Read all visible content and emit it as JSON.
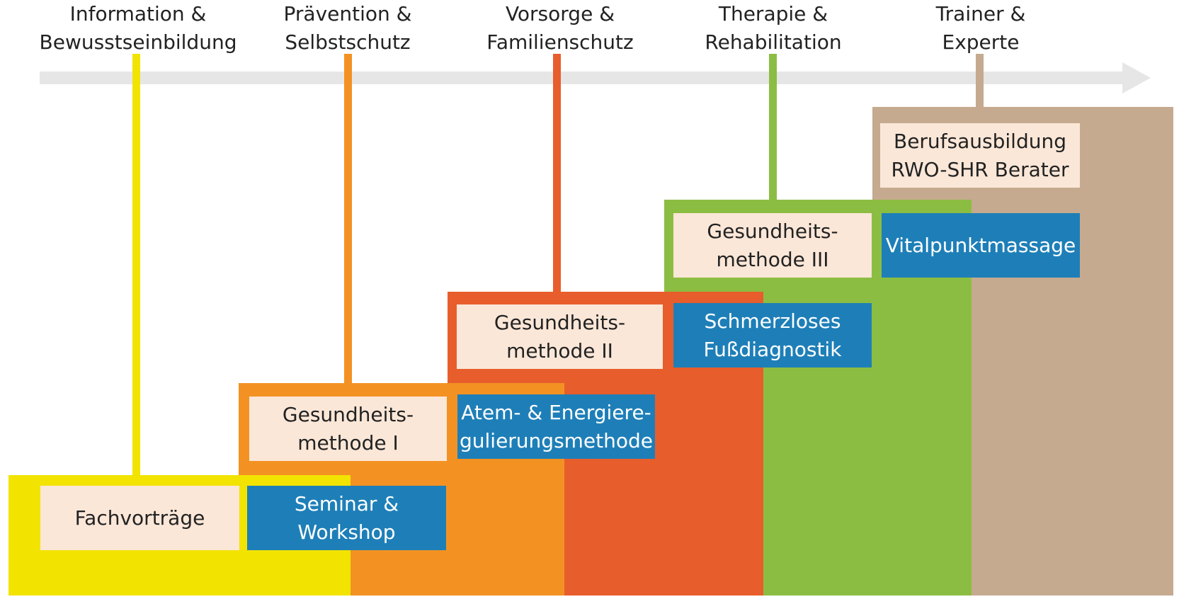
{
  "stages": [
    {
      "id": "information",
      "label": "Information &\nBewusstseinbildung",
      "color": "#f2e300"
    },
    {
      "id": "praevention",
      "label": "Prävention &\nSelbstschutz",
      "color": "#f39223"
    },
    {
      "id": "vorsorge",
      "label": "Vorsorge &\nFamilienschutz",
      "color": "#e85d2c"
    },
    {
      "id": "therapie",
      "label": "Therapie &\nRehabilitation",
      "color": "#8cbd43"
    },
    {
      "id": "trainer",
      "label": "Trainer &\nExperte",
      "color": "#c6aa8f"
    }
  ],
  "boxes": {
    "fachvortraege": "Fachvorträge",
    "seminar_workshop": "Seminar & Workshop",
    "gesundheitsmethode_1": "Gesundheits-\nmethode I",
    "atem_energie": "Atem- & Energiere-\ngulierungsmethode",
    "gesundheitsmethode_2": "Gesundheits-\nmethode II",
    "fussdiagnostik": "Schmerzloses\nFußdiagnostik",
    "gesundheitsmethode_3": "Gesundheits-\nmethode III",
    "vitalpunktmassage": "Vitalpunktmassage",
    "berufsausbildung": "Berufsausbildung\nRWO-SHR Berater"
  },
  "colors": {
    "timeline": "#e6e6e6",
    "light_box": "#fbe7d8",
    "blue_box": "#1e7fb8",
    "text_dark": "#222222"
  }
}
